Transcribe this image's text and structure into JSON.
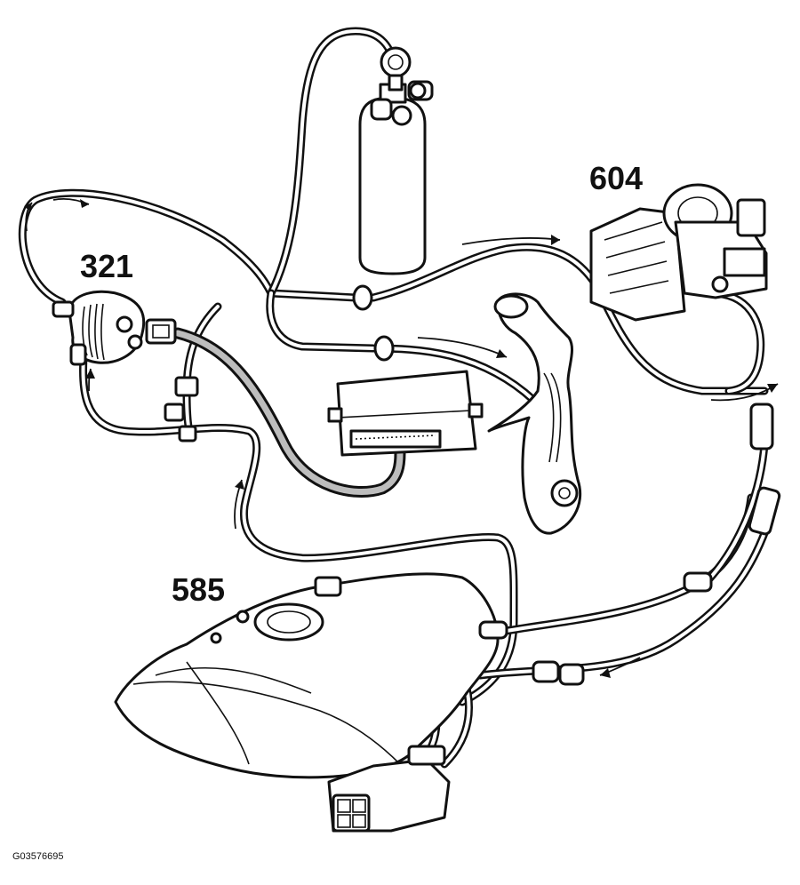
{
  "figure": {
    "id_label": "G03576695",
    "callouts": {
      "canister_valve": "321",
      "throttle_body": "604",
      "fuel_tank": "585"
    }
  }
}
